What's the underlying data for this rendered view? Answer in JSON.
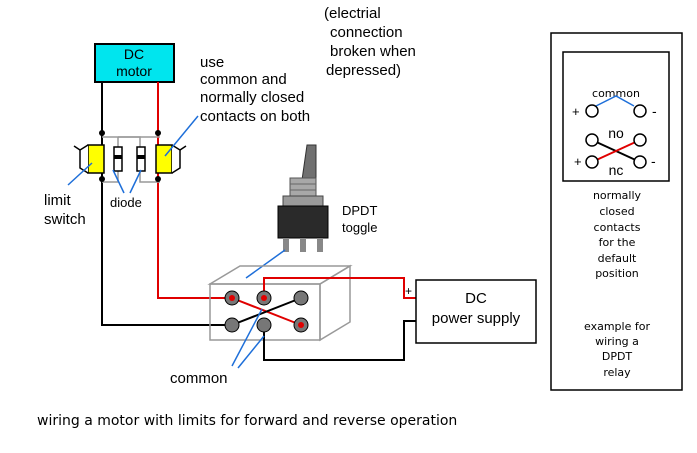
{
  "labels": {
    "motor_line1": "DC",
    "motor_line2": "motor",
    "use_note": [
      "use",
      "common and",
      "normally closed",
      "contacts on both"
    ],
    "electrical_note": [
      "(electrial",
      "connection",
      "broken when",
      "depressed)"
    ],
    "limit_switch": [
      "limit",
      "switch"
    ],
    "diode": "diode",
    "dpdt_toggle": [
      "DPDT",
      "toggle"
    ],
    "power_supply": [
      "DC",
      "power supply"
    ],
    "plus_sign": "+",
    "common_bottom": "common",
    "caption": "wiring a motor with limits for forward and reverse operation"
  },
  "relay_panel": {
    "common": "common",
    "no": "no",
    "nc": "nc",
    "plus": "+",
    "minus": "-",
    "nc_caption": [
      "normally",
      "closed",
      "contacts",
      "for the",
      "default",
      "position"
    ],
    "example_caption": [
      "example for",
      "wiring a",
      "DPDT",
      "relay"
    ]
  },
  "colors": {
    "motor_fill": "#00e5ee",
    "switch_fill": "#ffff00",
    "red_wire": "#e00000",
    "blue_line": "#1e6fd9",
    "black_wire": "#000000",
    "toggle_gray": "#808080"
  }
}
